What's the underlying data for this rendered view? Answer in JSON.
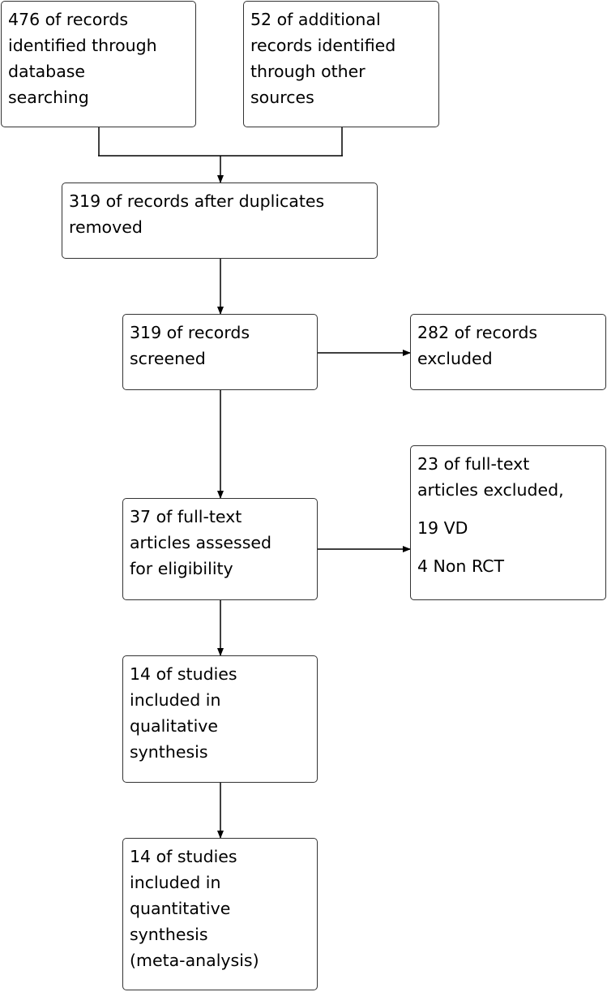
{
  "boxes": {
    "database_records": [
      "476 of records",
      "identified through",
      "database",
      "searching"
    ],
    "other_sources": [
      "52 of additional",
      "records identified",
      "through other",
      "sources"
    ],
    "after_duplicates": [
      "319 of records after duplicates",
      "removed"
    ],
    "screened": [
      "319 of records",
      "screened"
    ],
    "excluded": [
      "282 of records",
      "excluded"
    ],
    "full_text_assessed": [
      "37 of full-text",
      "articles assessed",
      "for eligibility"
    ],
    "full_text_excluded": {
      "header": [
        "23 of full-text",
        "articles excluded,"
      ],
      "reasons": [
        "19 VD",
        "4 Non RCT"
      ]
    },
    "qualitative": [
      "14 of studies",
      "included in",
      "qualitative",
      "synthesis"
    ],
    "quantitative": [
      "14 of studies",
      "included in",
      "quantitative",
      "synthesis",
      "(meta-analysis)"
    ]
  },
  "colors": {
    "border": "#333333",
    "line": "#000000",
    "text": "#000000",
    "background": "#ffffff"
  }
}
